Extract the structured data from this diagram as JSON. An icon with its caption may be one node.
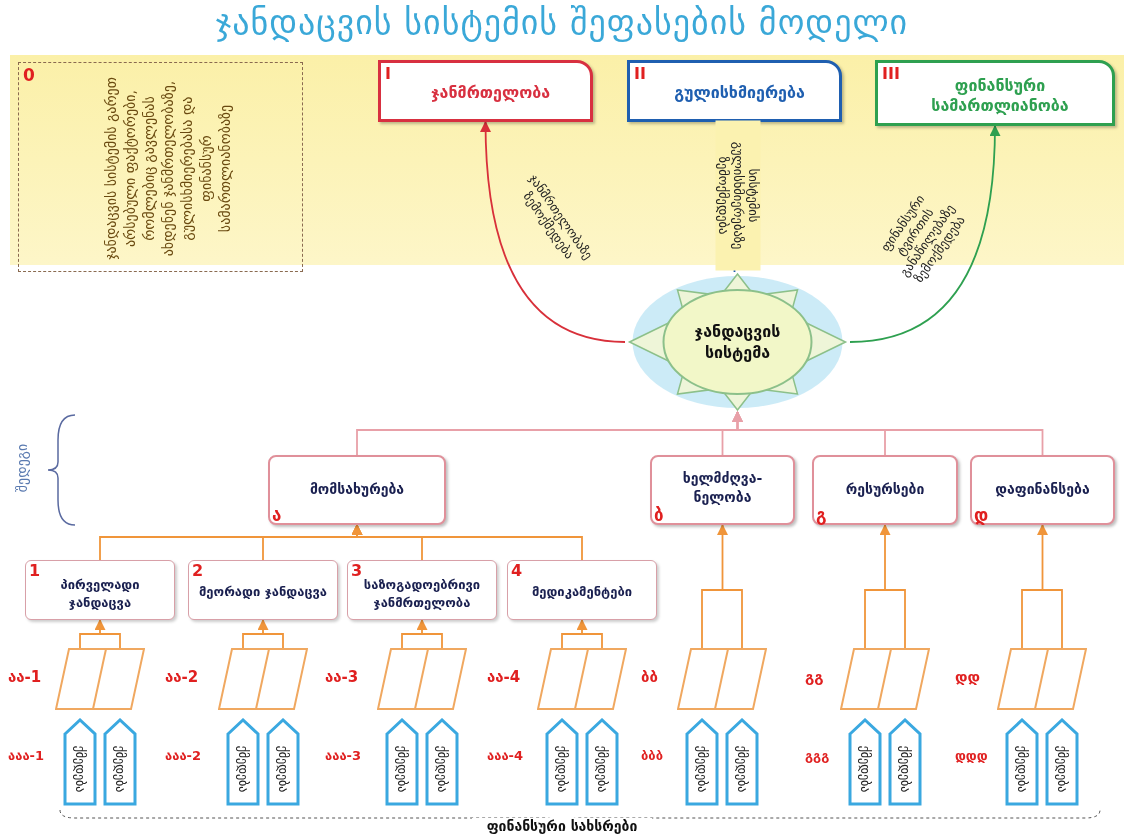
{
  "diagram": {
    "title": "ჯანდაცვის სისტემის შეფასების მოდელი",
    "nodes": [
      {
        "text": [
          "0",
          "ჯანდაცვის სისტემის გარეთ არსებული ფაქტორები, რომლებიც გავლენას ახდენენ ჯანმრთელობაზე, გულისხმიერებასა და ფინანსურ სამართლიანობაზე"
        ]
      },
      {
        "text": [
          "I",
          "ჯანმრთელობა"
        ]
      },
      {
        "text": [
          "II",
          "გულისხმიერება"
        ]
      },
      {
        "text": [
          "III",
          "ფინანსური სამართლიანობა"
        ]
      },
      {
        "text": [
          "ჯანდაცვის სისტემა"
        ]
      },
      {
        "text": [
          "მომსახურება",
          "ა"
        ]
      },
      {
        "text": [
          "ხელმძღვა-ნელობა",
          "ბ"
        ]
      },
      {
        "text": [
          "რესურსები",
          "გ"
        ]
      },
      {
        "text": [
          "დაფინანსება",
          "დ"
        ]
      },
      {
        "text": [
          "1",
          "პირველადი ჯანდაცვა"
        ]
      },
      {
        "text": [
          "2",
          "მეორადი ჯანდაცვა"
        ]
      },
      {
        "text": [
          "3",
          "საზოგადოებრივი ჯანმრთელობა"
        ]
      },
      {
        "text": [
          "4",
          "მედიკამენტები"
        ]
      },
      {
        "text": [],
        "shape": "parallelogram"
      },
      {
        "text": [],
        "shape": "parallelogram"
      },
      {
        "text": [],
        "shape": "parallelogram"
      },
      {
        "text": [],
        "shape": "parallelogram"
      },
      {
        "text": [],
        "shape": "parallelogram"
      },
      {
        "text": [],
        "shape": "parallelogram"
      },
      {
        "text": [],
        "shape": "parallelogram"
      },
      {
        "text": [
          "ქმედება"
        ]
      },
      {
        "text": [
          "ქმედება"
        ]
      },
      {
        "text": [
          "ქმედება"
        ]
      },
      {
        "text": [
          "ქმედება"
        ]
      },
      {
        "text": [
          "ქმედება"
        ]
      },
      {
        "text": [
          "ქმედება"
        ]
      },
      {
        "text": [
          "ქმედება"
        ]
      },
      {
        "text": [
          "ქმედება"
        ]
      },
      {
        "text": [
          "ქმედება"
        ]
      },
      {
        "text": [
          "ქმედება"
        ]
      },
      {
        "text": [
          "ქმედება"
        ]
      },
      {
        "text": [
          "ქმედება"
        ]
      },
      {
        "text": [
          "ქმედება"
        ]
      },
      {
        "text": [
          "ქმედება"
        ]
      }
    ],
    "edges": [
      {
        "from": 4,
        "to": 1,
        "arrow": "to",
        "label": "ჯანმრთელობაზე ზემოქმედება",
        "color": "#d8303a"
      },
      {
        "from": 4,
        "to": 2,
        "arrow": "to",
        "label": "სისტემის გულისხმიერებაზე ზემოქმედება",
        "color": "#1f5fb0"
      },
      {
        "from": 4,
        "to": 3,
        "arrow": "to",
        "label": "ფინანსური ტვირთის განაწილებაზე ზემოქმედება",
        "color": "#2ea050"
      },
      {
        "from": 5,
        "to": 4,
        "arrow": "to",
        "color": "#e8a0a8"
      },
      {
        "from": 6,
        "to": 4,
        "arrow": "to",
        "color": "#e8a0a8"
      },
      {
        "from": 7,
        "to": 4,
        "arrow": "to",
        "color": "#e8a0a8"
      },
      {
        "from": 8,
        "to": 4,
        "arrow": "to",
        "color": "#e8a0a8"
      },
      {
        "from": 9,
        "to": 5,
        "arrow": "to"
      },
      {
        "from": 10,
        "to": 5,
        "arrow": "to"
      },
      {
        "from": 11,
        "to": 5,
        "arrow": "to"
      },
      {
        "from": 12,
        "to": 5,
        "arrow": "to"
      },
      {
        "from": 13,
        "to": 9,
        "arrow": "to"
      },
      {
        "from": 14,
        "to": 10,
        "arrow": "to"
      },
      {
        "from": 15,
        "to": 11,
        "arrow": "to"
      },
      {
        "from": 16,
        "to": 12,
        "arrow": "to"
      },
      {
        "from": 17,
        "to": 6,
        "arrow": "to"
      },
      {
        "from": 18,
        "to": 7,
        "arrow": "to"
      },
      {
        "from": 19,
        "to": 8,
        "arrow": "to"
      }
    ],
    "labels": [
      "შედეგი",
      "აა-1",
      "აა-2",
      "აა-3",
      "აა-4",
      "ბბ",
      "გგ",
      "დდ",
      "ააა-1",
      "ააა-2",
      "ააა-3",
      "ააა-4",
      "ბბბ",
      "გგგ",
      "დდდ",
      "ფინანსური სახსრები"
    ]
  }
}
